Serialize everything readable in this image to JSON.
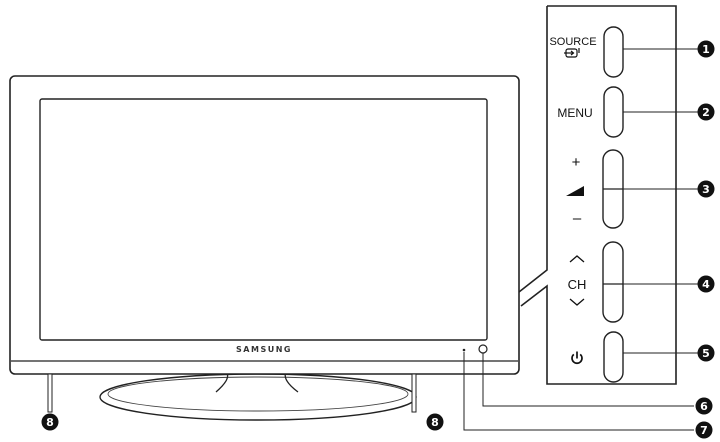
{
  "tv": {
    "brand_label": "SAMSUNG"
  },
  "panel": {
    "source_label": "SOURCE",
    "source_icon": "source-input-icon",
    "menu_label": "MENU",
    "volume_plus_label": "+",
    "volume_minus_label": "–",
    "volume_icon": "volume-wedge-icon",
    "channel_up_icon": "chevron-up-icon",
    "channel_label": "CH",
    "channel_down_icon": "chevron-down-icon",
    "power_icon": "power-icon"
  },
  "callouts": {
    "c1": "1",
    "c2": "2",
    "c3": "3",
    "c4": "4",
    "c5": "5",
    "c6": "6",
    "c7": "7",
    "c8_left": "8",
    "c8_right": "8"
  },
  "colors": {
    "outline": "#222222",
    "screen": "#ffffff",
    "callout_fill": "#111111"
  }
}
